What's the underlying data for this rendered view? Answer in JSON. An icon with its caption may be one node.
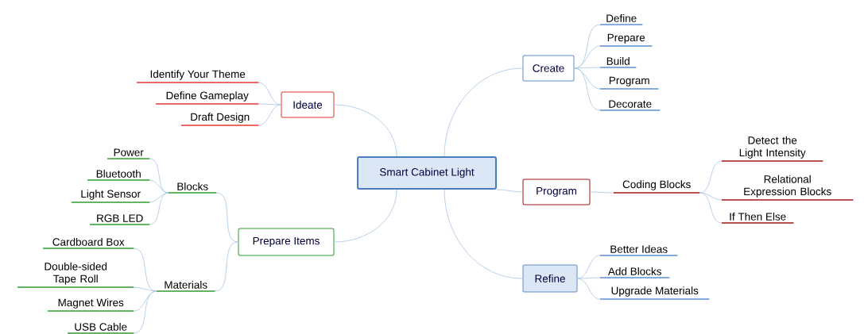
{
  "diagram": {
    "nodes": [
      {
        "text": [
          "Smart Cabinet Light"
        ]
      },
      {
        "text": [
          "Ideate"
        ]
      },
      {
        "text": [
          "Identify Your Theme"
        ]
      },
      {
        "text": [
          "Define Gameplay"
        ]
      },
      {
        "text": [
          "Draft Design"
        ]
      },
      {
        "text": [
          "Create"
        ]
      },
      {
        "text": [
          "Define"
        ]
      },
      {
        "text": [
          "Prepare"
        ]
      },
      {
        "text": [
          "Build"
        ]
      },
      {
        "text": [
          "Program"
        ]
      },
      {
        "text": [
          "Decorate"
        ]
      },
      {
        "text": [
          "Prepare Items"
        ]
      },
      {
        "text": [
          "Blocks"
        ]
      },
      {
        "text": [
          "Power"
        ]
      },
      {
        "text": [
          "Bluetooth"
        ]
      },
      {
        "text": [
          "Light Sensor"
        ]
      },
      {
        "text": [
          "RGB LED"
        ]
      },
      {
        "text": [
          "Materials"
        ]
      },
      {
        "text": [
          "Cardboard Box"
        ]
      },
      {
        "text": [
          "Double-sided Tape Roll"
        ]
      },
      {
        "text": [
          "Magnet Wires"
        ]
      },
      {
        "text": [
          "USB Cable"
        ]
      },
      {
        "text": [
          "Program"
        ]
      },
      {
        "text": [
          "Coding Blocks"
        ]
      },
      {
        "text": [
          "Detect the Light Intensity"
        ]
      },
      {
        "text": [
          "Relational Expression Blocks"
        ]
      },
      {
        "text": [
          "If Then Else"
        ]
      },
      {
        "text": [
          "Refine"
        ]
      },
      {
        "text": [
          "Better Ideas"
        ]
      },
      {
        "text": [
          "Add Blocks"
        ]
      },
      {
        "text": [
          "Upgrade Materials"
        ]
      }
    ],
    "edges": [
      {
        "from": 0,
        "to": 1,
        "arrow": "none"
      },
      {
        "from": 1,
        "to": 2,
        "arrow": "none"
      },
      {
        "from": 1,
        "to": 3,
        "arrow": "none"
      },
      {
        "from": 1,
        "to": 4,
        "arrow": "none"
      },
      {
        "from": 0,
        "to": 5,
        "arrow": "none"
      },
      {
        "from": 5,
        "to": 6,
        "arrow": "none"
      },
      {
        "from": 5,
        "to": 7,
        "arrow": "none"
      },
      {
        "from": 5,
        "to": 8,
        "arrow": "none"
      },
      {
        "from": 5,
        "to": 9,
        "arrow": "none"
      },
      {
        "from": 5,
        "to": 10,
        "arrow": "none"
      },
      {
        "from": 0,
        "to": 11,
        "arrow": "none"
      },
      {
        "from": 11,
        "to": 12,
        "arrow": "none"
      },
      {
        "from": 12,
        "to": 13,
        "arrow": "none"
      },
      {
        "from": 12,
        "to": 14,
        "arrow": "none"
      },
      {
        "from": 12,
        "to": 15,
        "arrow": "none"
      },
      {
        "from": 12,
        "to": 16,
        "arrow": "none"
      },
      {
        "from": 11,
        "to": 17,
        "arrow": "none"
      },
      {
        "from": 17,
        "to": 18,
        "arrow": "none"
      },
      {
        "from": 17,
        "to": 19,
        "arrow": "none"
      },
      {
        "from": 17,
        "to": 20,
        "arrow": "none"
      },
      {
        "from": 17,
        "to": 21,
        "arrow": "none"
      },
      {
        "from": 0,
        "to": 22,
        "arrow": "none"
      },
      {
        "from": 22,
        "to": 23,
        "arrow": "none"
      },
      {
        "from": 23,
        "to": 24,
        "arrow": "none"
      },
      {
        "from": 23,
        "to": 25,
        "arrow": "none"
      },
      {
        "from": 23,
        "to": 26,
        "arrow": "none"
      },
      {
        "from": 0,
        "to": 27,
        "arrow": "none"
      },
      {
        "from": 27,
        "to": 28,
        "arrow": "none"
      },
      {
        "from": 27,
        "to": 29,
        "arrow": "none"
      },
      {
        "from": 27,
        "to": 30,
        "arrow": "none"
      }
    ]
  }
}
